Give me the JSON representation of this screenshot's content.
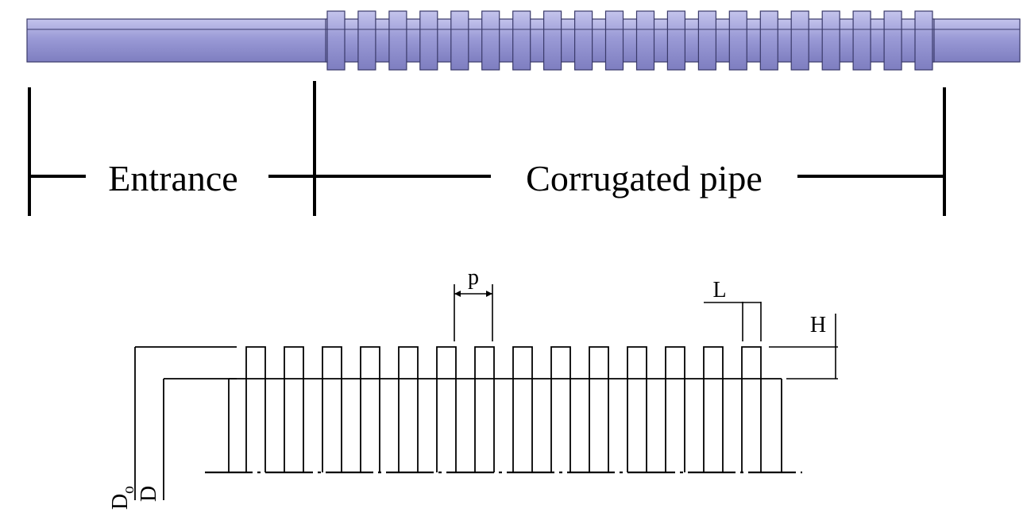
{
  "labels": {
    "entrance": "Entrance",
    "corrugated": "Corrugated pipe"
  },
  "symbols": {
    "pitch": "p",
    "rib_length": "L",
    "rib_height": "H",
    "outer_diameter_main": "D",
    "outer_diameter_sub": "o",
    "inner_diameter": "D"
  },
  "colors": {
    "pipe_fill": "#9a9ad6",
    "pipe_edge": "#3a3a6a",
    "pipe_highlight": "#c4c4ec",
    "line": "#000000"
  },
  "pipe": {
    "rib_count": 20
  },
  "profile": {
    "rib_count": 14
  }
}
